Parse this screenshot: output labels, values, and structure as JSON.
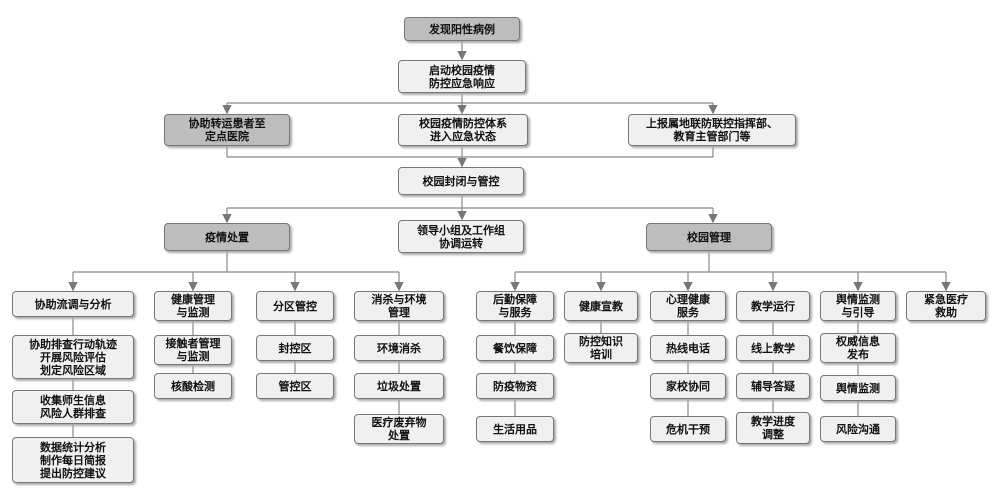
{
  "flow": {
    "discover": "发现阳性病例",
    "launch": "启动校园疫情\n防控应急响应",
    "level2": {
      "assist_transfer": "协助转运患者至\n定点医院",
      "campus_system": "校园疫情防控体系\n进入应急状态",
      "report": "上报属地联防联控指挥部、\n教育主管部门等"
    },
    "closure": "校园封闭与管控",
    "level4": {
      "epidemic": "疫情处置",
      "leader": "领导小组及工作组\n协调运转",
      "campus_mgmt": "校园管理"
    },
    "epidemic_children": [
      {
        "label": "协助流调与分析",
        "items": [
          "协助排查行动轨迹\n开展风险评估\n划定风险区域",
          "收集师生信息\n风险人群排查",
          "数据统计分析\n制作每日简报\n提出防控建议"
        ]
      },
      {
        "label": "健康管理\n与监测",
        "items": [
          "接触者管理\n与监测",
          "核酸检测"
        ]
      },
      {
        "label": "分区管控",
        "items": [
          "封控区",
          "管控区"
        ]
      },
      {
        "label": "消杀与环境\n管理",
        "items": [
          "环境消杀",
          "垃圾处置",
          "医疗废弃物\n处置"
        ]
      }
    ],
    "campus_children": [
      {
        "label": "后勤保障\n与服务",
        "items": [
          "餐饮保障",
          "防疫物资",
          "生活用品"
        ]
      },
      {
        "label": "健康宣教",
        "items": [
          "防控知识\n培训"
        ]
      },
      {
        "label": "心理健康\n服务",
        "items": [
          "热线电话",
          "家校协同",
          "危机干预"
        ]
      },
      {
        "label": "教学运行",
        "items": [
          "线上教学",
          "辅导答疑",
          "教学进度\n调整"
        ]
      },
      {
        "label": "舆情监测\n与引导",
        "items": [
          "权威信息\n发布",
          "舆情监测",
          "风险沟通"
        ]
      },
      {
        "label": "紧急医疗\n救助",
        "items": []
      }
    ]
  }
}
